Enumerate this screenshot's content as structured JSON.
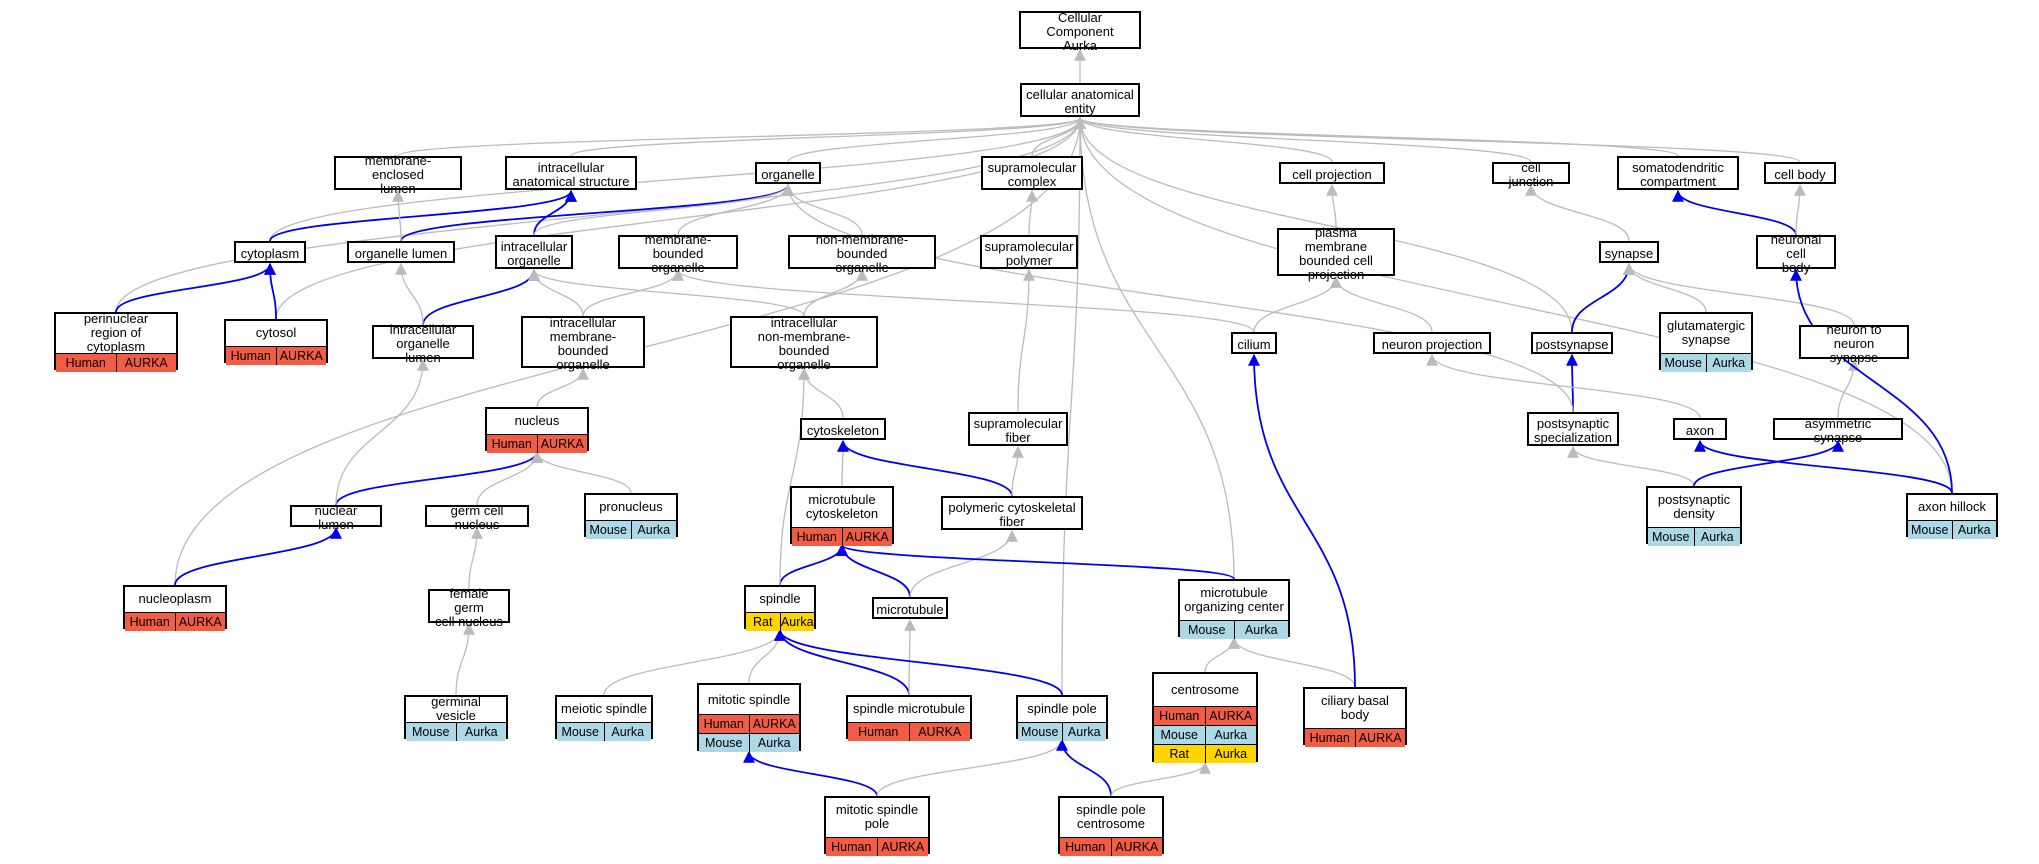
{
  "colors": {
    "is_a_edge": "#bbbbbb",
    "part_of_edge": "#0000ee",
    "human": "#f25c45",
    "mouse": "#add8e6",
    "rat": "#ffd500",
    "node_border": "#000000"
  },
  "nodes": {
    "cc_root": {
      "label": "Cellular Component\nAurka",
      "annotations": []
    },
    "cae": {
      "label": "cellular anatomical\nentity",
      "annotations": []
    },
    "mel": {
      "label": "membrane-enclosed\nlumen",
      "annotations": []
    },
    "ias": {
      "label": "intracellular\nanatomical structure",
      "annotations": []
    },
    "organelle": {
      "label": "organelle",
      "annotations": []
    },
    "supcomplex": {
      "label": "supramolecular\ncomplex",
      "annotations": []
    },
    "cellproj": {
      "label": "cell projection",
      "annotations": []
    },
    "celljunc": {
      "label": "cell junction",
      "annotations": []
    },
    "somato": {
      "label": "somatodendritic\ncompartment",
      "annotations": []
    },
    "cellbody": {
      "label": "cell body",
      "annotations": []
    },
    "cytoplasm": {
      "label": "cytoplasm",
      "annotations": []
    },
    "orglumen": {
      "label": "organelle lumen",
      "annotations": []
    },
    "icorg": {
      "label": "intracellular\norganelle",
      "annotations": []
    },
    "mborg": {
      "label": "membrane-bounded\norganelle",
      "annotations": []
    },
    "nmborg": {
      "label": "non-membrane-bounded\norganelle",
      "annotations": []
    },
    "suppoly": {
      "label": "supramolecular\npolymer",
      "annotations": []
    },
    "pmbcp": {
      "label": "plasma membrane\nbounded cell\nprojection",
      "annotations": []
    },
    "synapse": {
      "label": "synapse",
      "annotations": []
    },
    "ncb": {
      "label": "neuronal cell\nbody",
      "annotations": []
    },
    "perinuc": {
      "label": "perinuclear\nregion of cytoplasm",
      "annotations": [
        [
          "Human",
          "AURKA"
        ]
      ]
    },
    "cytosol": {
      "label": "cytosol",
      "annotations": [
        [
          "Human",
          "AURKA"
        ]
      ]
    },
    "icol": {
      "label": "intracellular\norganelle lumen",
      "annotations": []
    },
    "icmbo": {
      "label": "intracellular\nmembrane-bounded\norganelle",
      "annotations": []
    },
    "icnmbo": {
      "label": "intracellular\nnon-membrane-bounded\norganelle",
      "annotations": []
    },
    "cilium": {
      "label": "cilium",
      "annotations": []
    },
    "neuproj": {
      "label": "neuron projection",
      "annotations": []
    },
    "postsynapse": {
      "label": "postsynapse",
      "annotations": []
    },
    "glutsyn": {
      "label": "glutamatergic\nsynapse",
      "annotations": [
        [
          "Mouse",
          "Aurka"
        ]
      ]
    },
    "n2n": {
      "label": "neuron to neuron\nsynapse",
      "annotations": []
    },
    "nucleus": {
      "label": "nucleus",
      "annotations": [
        [
          "Human",
          "AURKA"
        ]
      ]
    },
    "cytoskeleton": {
      "label": "cytoskeleton",
      "annotations": []
    },
    "supfiber": {
      "label": "supramolecular\nfiber",
      "annotations": []
    },
    "postspec": {
      "label": "postsynaptic\nspecialization",
      "annotations": []
    },
    "axon": {
      "label": "axon",
      "annotations": []
    },
    "asymsyn": {
      "label": "asymmetric synapse",
      "annotations": []
    },
    "nuclumen": {
      "label": "nuclear lumen",
      "annotations": []
    },
    "germnuc": {
      "label": "germ cell nucleus",
      "annotations": []
    },
    "pronucleus": {
      "label": "pronucleus",
      "annotations": [
        [
          "Mouse",
          "Aurka"
        ]
      ]
    },
    "mtcyto": {
      "label": "microtubule\ncytoskeleton",
      "annotations": [
        [
          "Human",
          "AURKA"
        ]
      ]
    },
    "polycyto": {
      "label": "polymeric cytoskeletal\nfiber",
      "annotations": []
    },
    "postdensity": {
      "label": "postsynaptic\ndensity",
      "annotations": [
        [
          "Mouse",
          "Aurka"
        ]
      ]
    },
    "axonhillock": {
      "label": "axon hillock",
      "annotations": [
        [
          "Mouse",
          "Aurka"
        ]
      ]
    },
    "nucleoplasm": {
      "label": "nucleoplasm",
      "annotations": [
        [
          "Human",
          "AURKA"
        ]
      ]
    },
    "femgerm": {
      "label": "female germ\ncell nucleus",
      "annotations": []
    },
    "spindle": {
      "label": "spindle",
      "annotations": [
        [
          "Rat",
          "Aurka"
        ]
      ]
    },
    "microtubule": {
      "label": "microtubule",
      "annotations": []
    },
    "mtoc": {
      "label": "microtubule\norganizing center",
      "annotations": [
        [
          "Mouse",
          "Aurka"
        ]
      ]
    },
    "germves": {
      "label": "germinal vesicle",
      "annotations": [
        [
          "Mouse",
          "Aurka"
        ]
      ]
    },
    "meiotic": {
      "label": "meiotic spindle",
      "annotations": [
        [
          "Mouse",
          "Aurka"
        ]
      ]
    },
    "mitotic": {
      "label": "mitotic spindle",
      "annotations": [
        [
          "Human",
          "AURKA"
        ],
        [
          "Mouse",
          "Aurka"
        ]
      ]
    },
    "spmt": {
      "label": "spindle microtubule",
      "annotations": [
        [
          "Human",
          "AURKA"
        ]
      ]
    },
    "sppole": {
      "label": "spindle pole",
      "annotations": [
        [
          "Mouse",
          "Aurka"
        ]
      ]
    },
    "centrosome": {
      "label": "centrosome",
      "annotations": [
        [
          "Human",
          "AURKA"
        ],
        [
          "Mouse",
          "Aurka"
        ],
        [
          "Rat",
          "Aurka"
        ]
      ]
    },
    "ciliary": {
      "label": "ciliary basal\nbody",
      "annotations": [
        [
          "Human",
          "AURKA"
        ]
      ]
    },
    "mitpole": {
      "label": "mitotic spindle\npole",
      "annotations": [
        [
          "Human",
          "AURKA"
        ]
      ]
    },
    "sppolecentro": {
      "label": "spindle pole\ncentrosome",
      "annotations": [
        [
          "Human",
          "AURKA"
        ]
      ]
    }
  },
  "edges": [
    [
      "cae",
      "cc_root",
      "is_a"
    ],
    [
      "mel",
      "cae",
      "is_a"
    ],
    [
      "ias",
      "cae",
      "is_a"
    ],
    [
      "organelle",
      "cae",
      "is_a"
    ],
    [
      "supcomplex",
      "cae",
      "is_a"
    ],
    [
      "cellproj",
      "cae",
      "is_a"
    ],
    [
      "celljunc",
      "cae",
      "is_a"
    ],
    [
      "somato",
      "cae",
      "is_a"
    ],
    [
      "cellbody",
      "cae",
      "is_a"
    ],
    [
      "cytoplasm",
      "cae",
      "is_a"
    ],
    [
      "perinuc",
      "cae",
      "is_a"
    ],
    [
      "cytosol",
      "cae",
      "is_a"
    ],
    [
      "nucleoplasm",
      "cae",
      "is_a"
    ],
    [
      "postsynapse",
      "cae",
      "is_a"
    ],
    [
      "axonhillock",
      "cae",
      "is_a"
    ],
    [
      "sppole",
      "cae",
      "is_a"
    ],
    [
      "mtoc",
      "cae",
      "is_a"
    ],
    [
      "cytoplasm",
      "ias",
      "part_of"
    ],
    [
      "orglumen",
      "organelle",
      "part_of"
    ],
    [
      "orglumen",
      "mel",
      "is_a"
    ],
    [
      "icorg",
      "ias",
      "part_of"
    ],
    [
      "icorg",
      "organelle",
      "is_a"
    ],
    [
      "mborg",
      "organelle",
      "is_a"
    ],
    [
      "nmborg",
      "organelle",
      "is_a"
    ],
    [
      "suppoly",
      "supcomplex",
      "is_a"
    ],
    [
      "pmbcp",
      "cellproj",
      "is_a"
    ],
    [
      "synapse",
      "celljunc",
      "is_a"
    ],
    [
      "ncb",
      "somato",
      "part_of"
    ],
    [
      "ncb",
      "cellbody",
      "is_a"
    ],
    [
      "perinuc",
      "cytoplasm",
      "part_of"
    ],
    [
      "cytosol",
      "cytoplasm",
      "part_of"
    ],
    [
      "icol",
      "icorg",
      "part_of"
    ],
    [
      "icol",
      "orglumen",
      "is_a"
    ],
    [
      "icmbo",
      "icorg",
      "is_a"
    ],
    [
      "icmbo",
      "mborg",
      "is_a"
    ],
    [
      "icnmbo",
      "icorg",
      "is_a"
    ],
    [
      "icnmbo",
      "nmborg",
      "is_a"
    ],
    [
      "cilium",
      "pmbcp",
      "is_a"
    ],
    [
      "cilium",
      "mborg",
      "is_a"
    ],
    [
      "neuproj",
      "pmbcp",
      "is_a"
    ],
    [
      "postsynapse",
      "synapse",
      "part_of"
    ],
    [
      "glutsyn",
      "synapse",
      "is_a"
    ],
    [
      "n2n",
      "synapse",
      "is_a"
    ],
    [
      "nucleus",
      "icmbo",
      "is_a"
    ],
    [
      "cytoskeleton",
      "icnmbo",
      "is_a"
    ],
    [
      "supfiber",
      "suppoly",
      "is_a"
    ],
    [
      "postspec",
      "postsynapse",
      "part_of"
    ],
    [
      "postspec",
      "organelle",
      "is_a"
    ],
    [
      "axon",
      "neuproj",
      "is_a"
    ],
    [
      "asymsyn",
      "n2n",
      "is_a"
    ],
    [
      "nuclumen",
      "nucleus",
      "part_of"
    ],
    [
      "nuclumen",
      "icol",
      "is_a"
    ],
    [
      "germnuc",
      "nucleus",
      "is_a"
    ],
    [
      "pronucleus",
      "nucleus",
      "is_a"
    ],
    [
      "mtcyto",
      "cytoskeleton",
      "is_a"
    ],
    [
      "polycyto",
      "cytoskeleton",
      "part_of"
    ],
    [
      "polycyto",
      "supfiber",
      "is_a"
    ],
    [
      "postdensity",
      "postspec",
      "is_a"
    ],
    [
      "postdensity",
      "asymsyn",
      "part_of"
    ],
    [
      "axonhillock",
      "axon",
      "part_of"
    ],
    [
      "axonhillock",
      "ncb",
      "part_of"
    ],
    [
      "nucleoplasm",
      "nuclumen",
      "part_of"
    ],
    [
      "femgerm",
      "germnuc",
      "is_a"
    ],
    [
      "spindle",
      "mtcyto",
      "part_of"
    ],
    [
      "spindle",
      "icnmbo",
      "is_a"
    ],
    [
      "microtubule",
      "mtcyto",
      "part_of"
    ],
    [
      "microtubule",
      "polycyto",
      "is_a"
    ],
    [
      "mtoc",
      "mtcyto",
      "part_of"
    ],
    [
      "germves",
      "femgerm",
      "is_a"
    ],
    [
      "meiotic",
      "spindle",
      "is_a"
    ],
    [
      "mitotic",
      "spindle",
      "is_a"
    ],
    [
      "spmt",
      "spindle",
      "part_of"
    ],
    [
      "spmt",
      "microtubule",
      "is_a"
    ],
    [
      "sppole",
      "spindle",
      "part_of"
    ],
    [
      "centrosome",
      "mtoc",
      "is_a"
    ],
    [
      "ciliary",
      "mtoc",
      "is_a"
    ],
    [
      "ciliary",
      "cilium",
      "part_of"
    ],
    [
      "mitpole",
      "mitotic",
      "part_of"
    ],
    [
      "mitpole",
      "sppole",
      "is_a"
    ],
    [
      "sppolecentro",
      "sppole",
      "part_of"
    ],
    [
      "sppolecentro",
      "centrosome",
      "is_a"
    ]
  ]
}
